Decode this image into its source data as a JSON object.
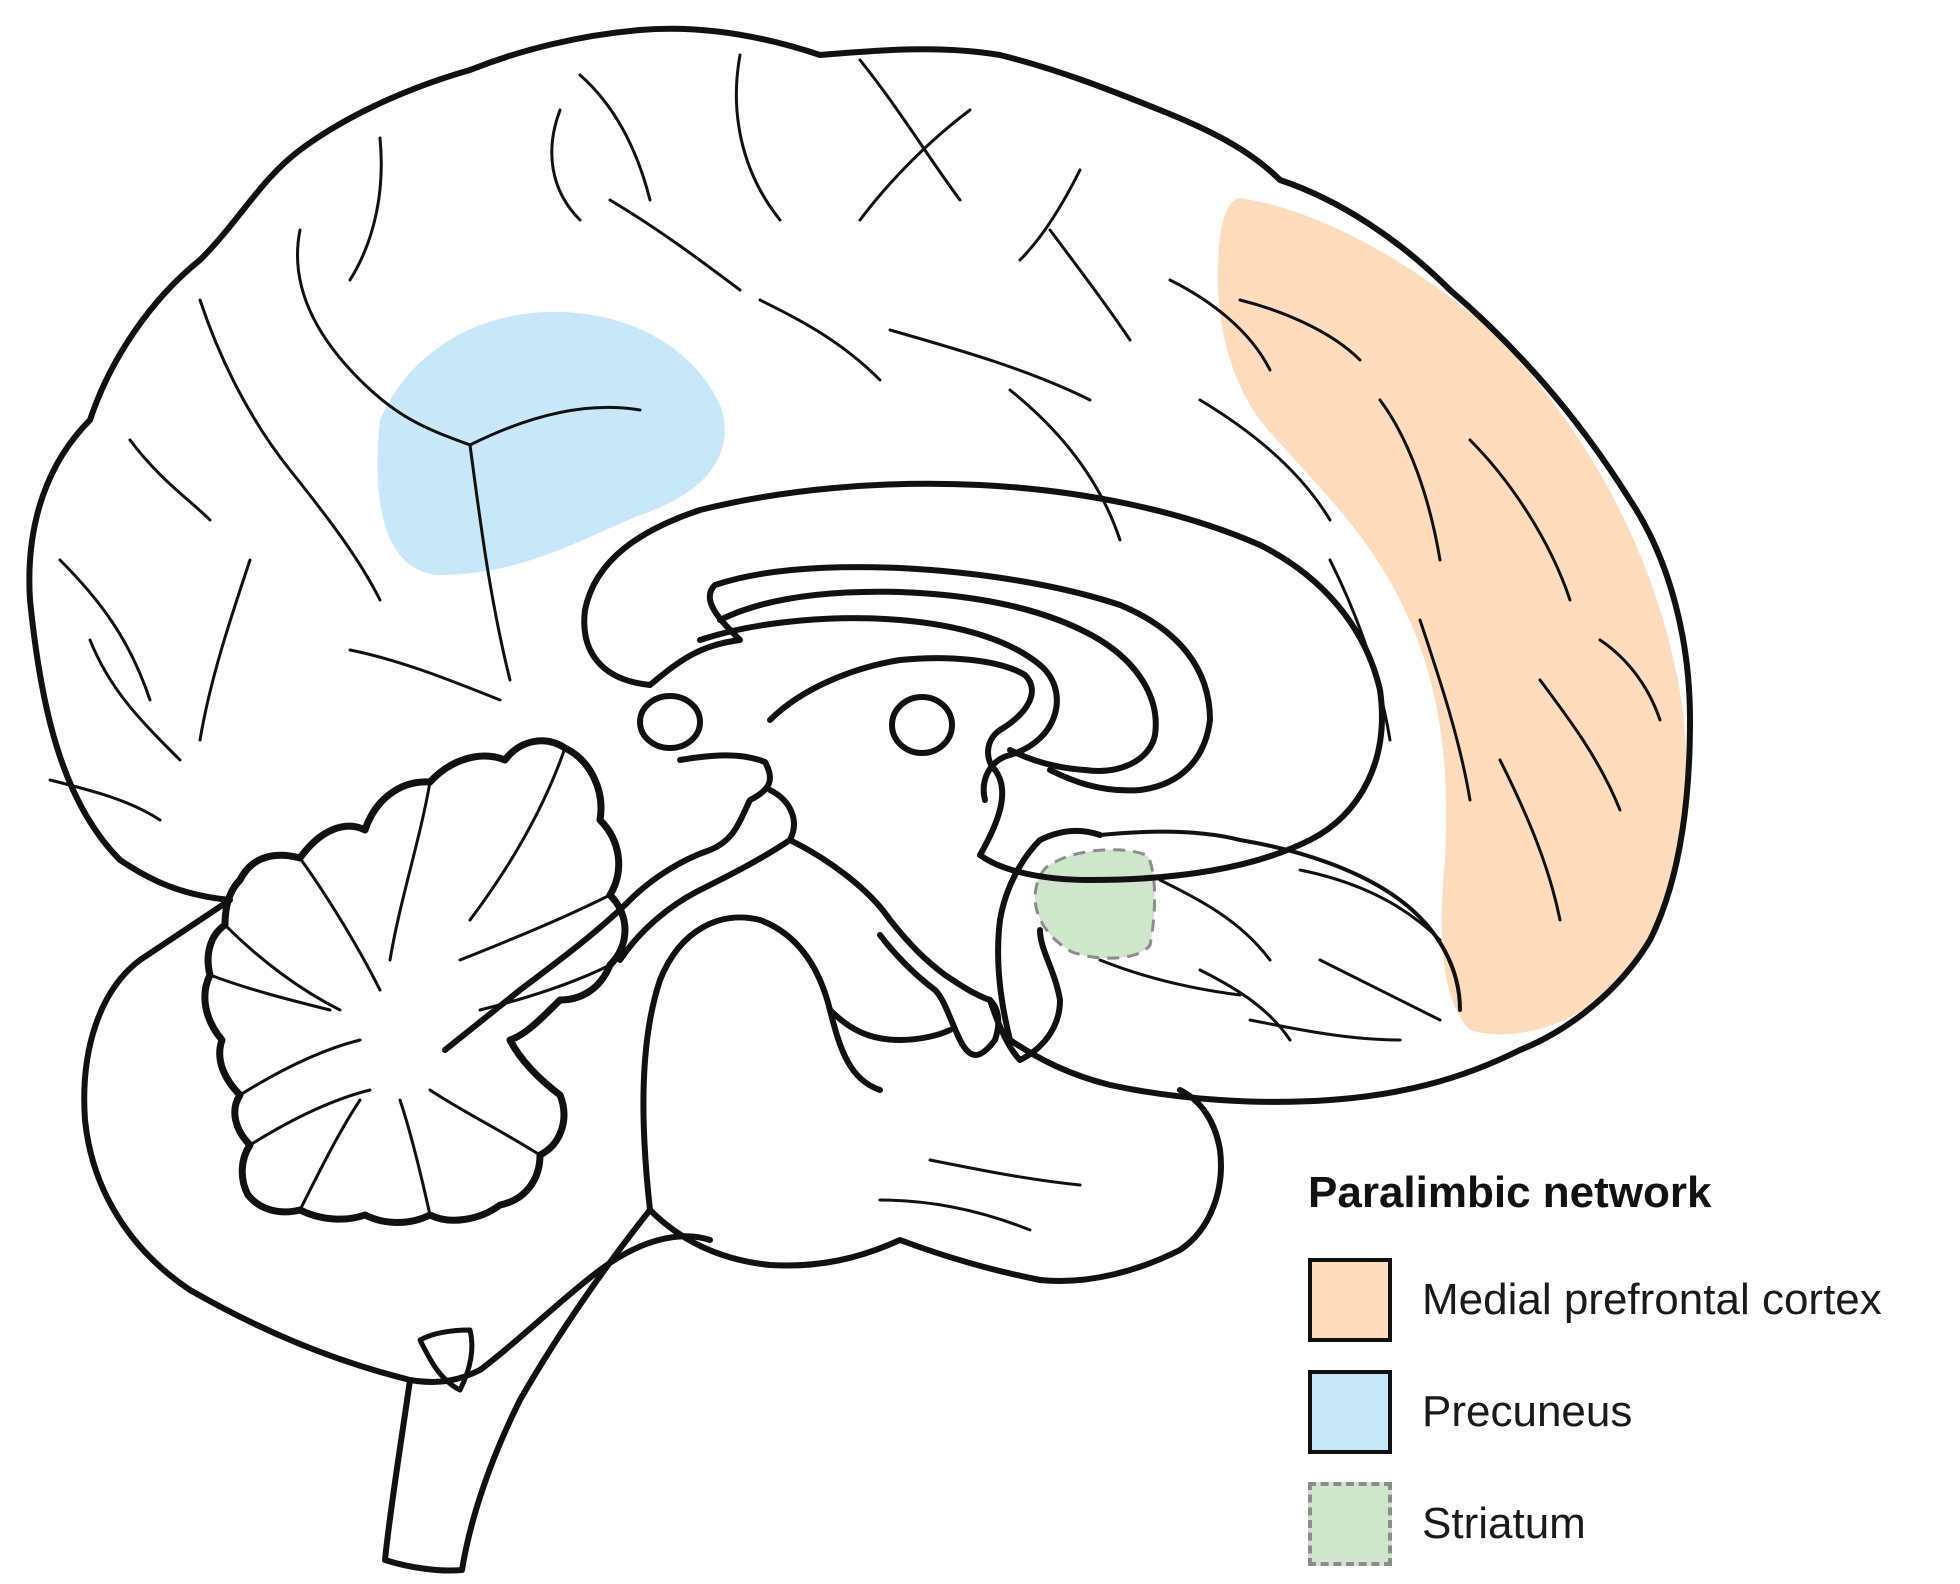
{
  "legend": {
    "title": "Paralimbic network",
    "items": [
      {
        "label": "Medial prefrontal cortex",
        "fill": "#fcdcbc",
        "border": "#111111",
        "border_style": "solid"
      },
      {
        "label": "Precuneus",
        "fill": "#c8e7f8",
        "border": "#111111",
        "border_style": "solid"
      },
      {
        "label": "Striatum",
        "fill": "#cfe5cc",
        "border": "#8c8c8c",
        "border_style": "dashed"
      }
    ]
  },
  "colors": {
    "outline": "#111111",
    "mpfc": "#fcdcbc",
    "precuneus": "#c8e7f8",
    "striatum": "#cfe5cc"
  }
}
